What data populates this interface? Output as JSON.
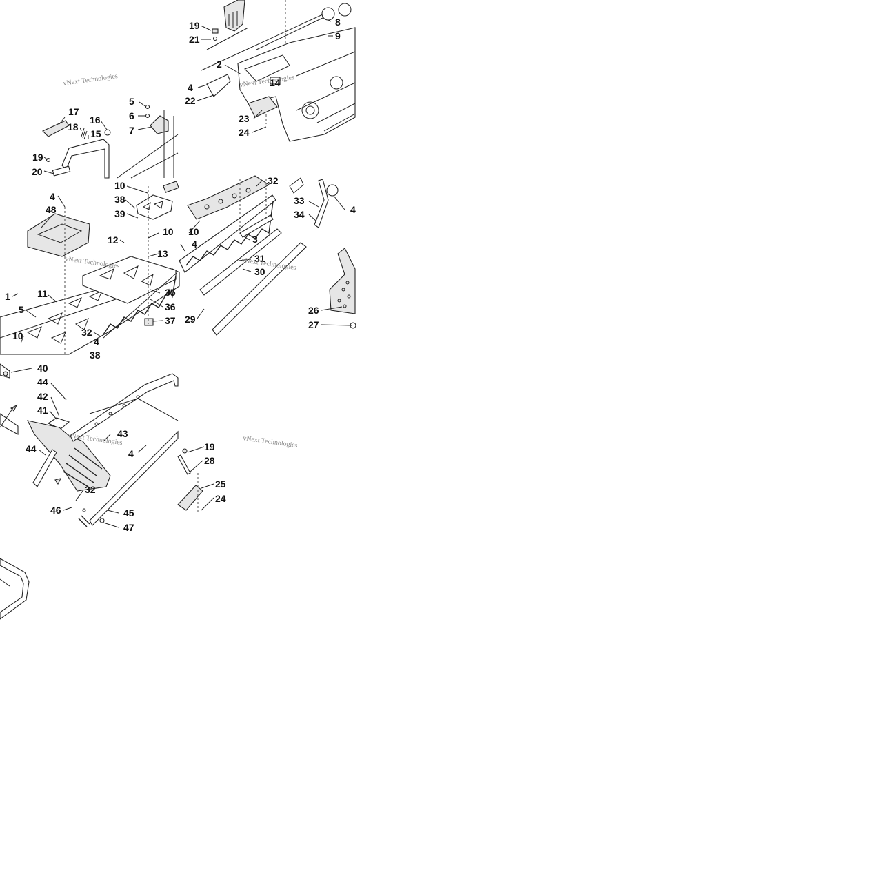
{
  "diagram": {
    "watermark": "vNext Technologies",
    "callouts": {
      "upper_right": [
        "19",
        "21",
        "8",
        "9",
        "2",
        "4",
        "22",
        "14",
        "23",
        "24"
      ],
      "upper_left": [
        "17",
        "16",
        "18",
        "15",
        "19",
        "20",
        "5",
        "6",
        "7"
      ],
      "middle": [
        "10",
        "38",
        "39",
        "4",
        "48",
        "10",
        "12",
        "13",
        "10",
        "4",
        "32",
        "33",
        "34",
        "4",
        "3",
        "31",
        "30",
        "11",
        "1",
        "5",
        "35",
        "36",
        "37",
        "29",
        "32",
        "4",
        "10",
        "26",
        "27"
      ],
      "lower_left": [
        "40",
        "44",
        "42",
        "41",
        "43",
        "44",
        "4",
        "32",
        "46",
        "45",
        "47"
      ],
      "lower_right": [
        "19",
        "28",
        "25",
        "24"
      ]
    }
  }
}
